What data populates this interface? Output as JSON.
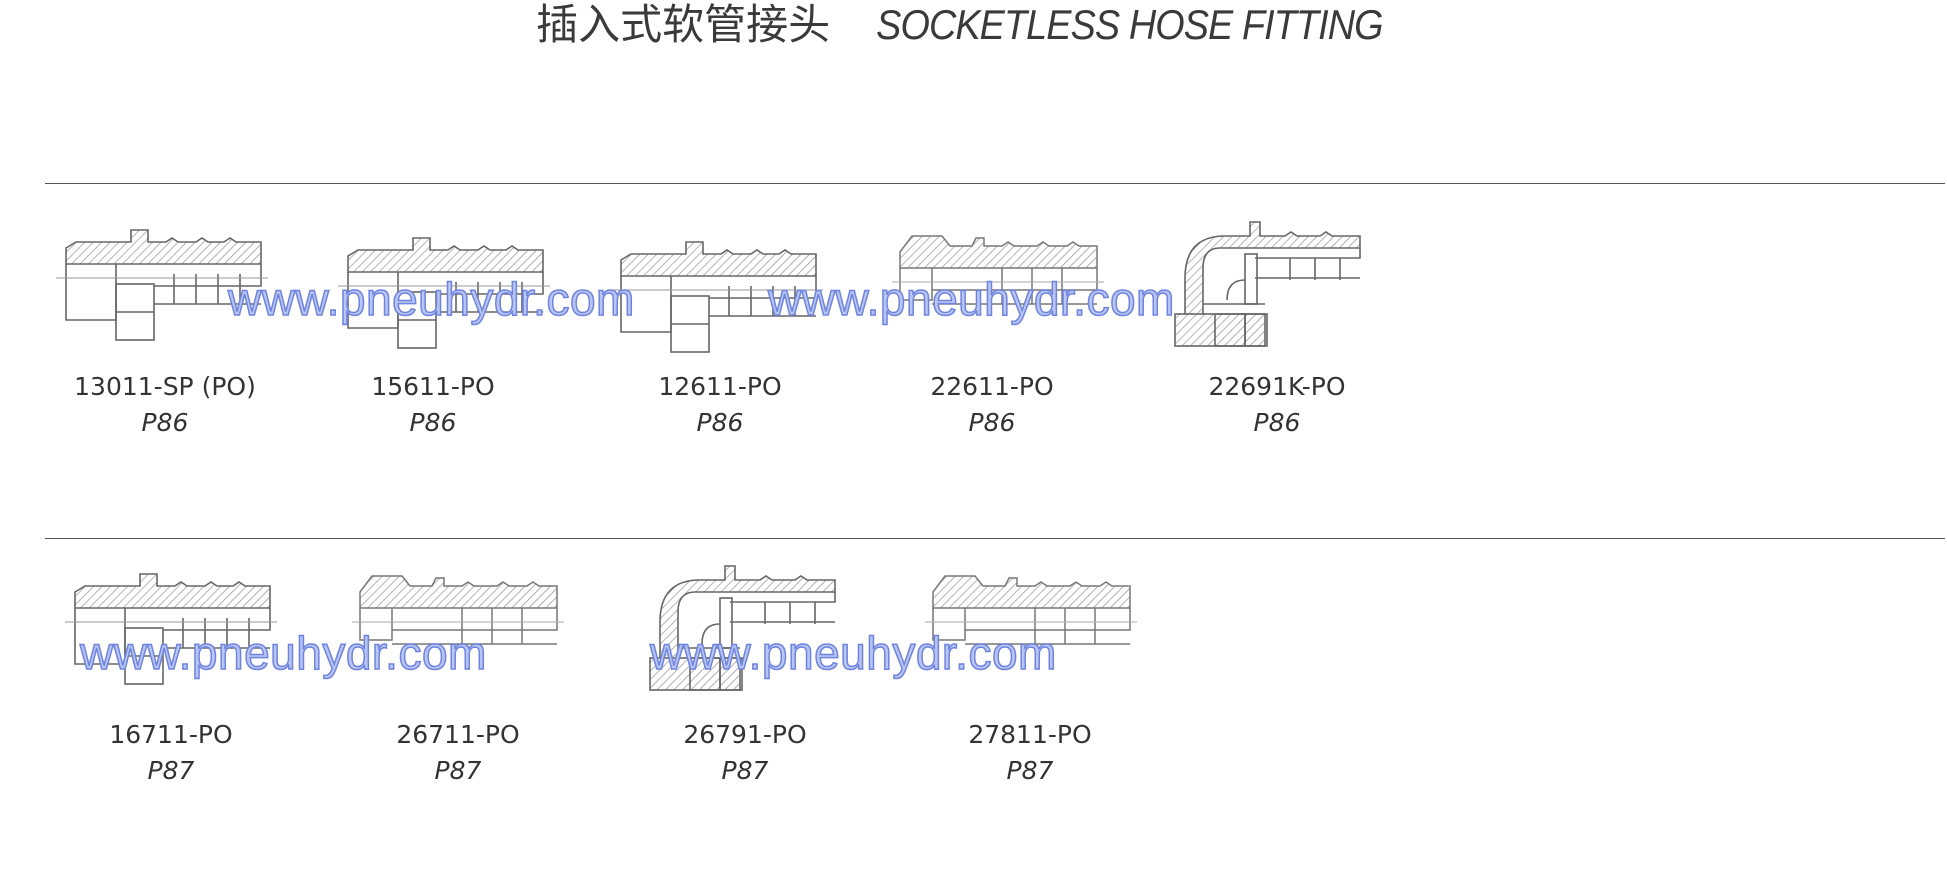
{
  "title": {
    "cn": "插入式软管接头",
    "en": "SOCKETLESS HOSE FITTING"
  },
  "watermark": "www.pneuhydr.com",
  "colors": {
    "line": "#555555",
    "watermark": "#7b8fe6",
    "text": "#333333"
  },
  "rows": [
    {
      "items": [
        {
          "code": "13011-SP (PO)",
          "page": "P86",
          "shape": "straight-male"
        },
        {
          "code": "15611-PO",
          "page": "P86",
          "shape": "straight-male"
        },
        {
          "code": "12611-PO",
          "page": "P86",
          "shape": "straight-male"
        },
        {
          "code": "22611-PO",
          "page": "P86",
          "shape": "straight-cone"
        },
        {
          "code": "22691K-PO",
          "page": "P86",
          "shape": "elbow"
        }
      ]
    },
    {
      "items": [
        {
          "code": "16711-PO",
          "page": "P87",
          "shape": "straight-male"
        },
        {
          "code": "26711-PO",
          "page": "P87",
          "shape": "straight-cone"
        },
        {
          "code": "26791-PO",
          "page": "P87",
          "shape": "elbow"
        },
        {
          "code": "27811-PO",
          "page": "P87",
          "shape": "straight-cone"
        }
      ]
    }
  ]
}
